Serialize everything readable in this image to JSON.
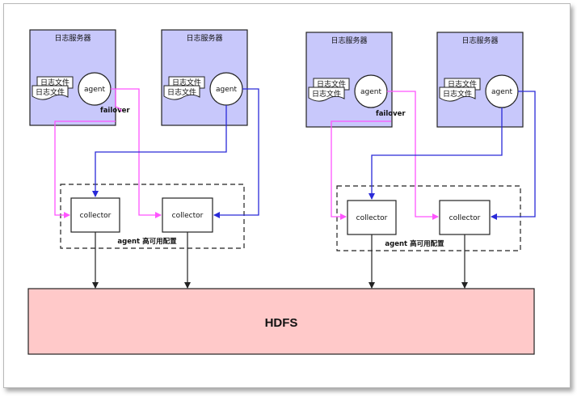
{
  "diagram": {
    "groups": [
      {
        "servers": [
          {
            "title": "日志服务器",
            "files": [
              "日志文件",
              "日志文件"
            ],
            "agent": "agent"
          },
          {
            "title": "日志服务器",
            "files": [
              "日志文件",
              "日志文件"
            ],
            "agent": "agent"
          }
        ],
        "failover_label": "failover",
        "collectors": [
          "collector",
          "collector"
        ],
        "ha_label": "agent 高可用配置"
      },
      {
        "servers": [
          {
            "title": "日志服务器",
            "files": [
              "日志文件",
              "日志文件"
            ],
            "agent": "agent"
          },
          {
            "title": "日志服务器",
            "files": [
              "日志文件",
              "日志文件"
            ],
            "agent": "agent"
          }
        ],
        "failover_label": "failover",
        "collectors": [
          "collector",
          "collector"
        ],
        "ha_label": "agent 高可用配置"
      }
    ],
    "hdfs_label": "HDFS",
    "colors": {
      "server_fill": "#c8c8fb",
      "hdfs_fill": "#ffc9c9",
      "failover_line": "#ff55ff",
      "primary_line": "#2a2ad8"
    }
  }
}
